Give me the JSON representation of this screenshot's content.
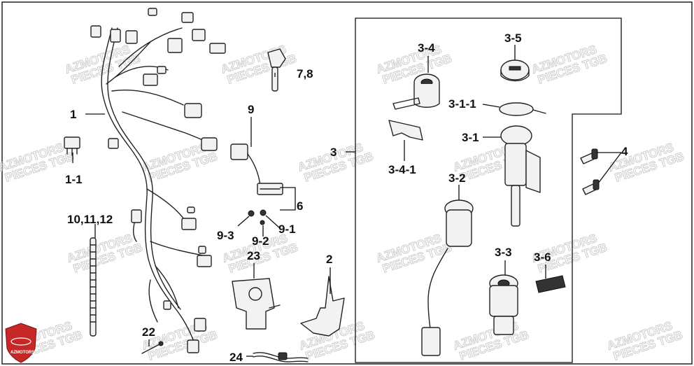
{
  "logo": {
    "text": "AZMOTORS",
    "color": "#c62828"
  },
  "watermark": {
    "line1": "AZMOTORS",
    "line2": "PIECES TGB",
    "color": "#c9c9c9"
  },
  "callouts": {
    "c1": "1",
    "c1_1": "1-1",
    "c10_11_12": "10,11,12",
    "c9": "9",
    "c7_8": "7,8",
    "c6": "6",
    "c9_3": "9-3",
    "c9_2": "9-2",
    "c9_1": "9-1",
    "c23": "23",
    "c2": "2",
    "c22": "22",
    "c24": "24",
    "c3": "3",
    "c3_4": "3-4",
    "c3_5": "3-5",
    "c3_1_1": "3-1-1",
    "c3_1": "3-1",
    "c3_4_1": "3-4-1",
    "c3_2": "3-2",
    "c3_3": "3-3",
    "c3_6": "3-6",
    "c4": "4"
  }
}
